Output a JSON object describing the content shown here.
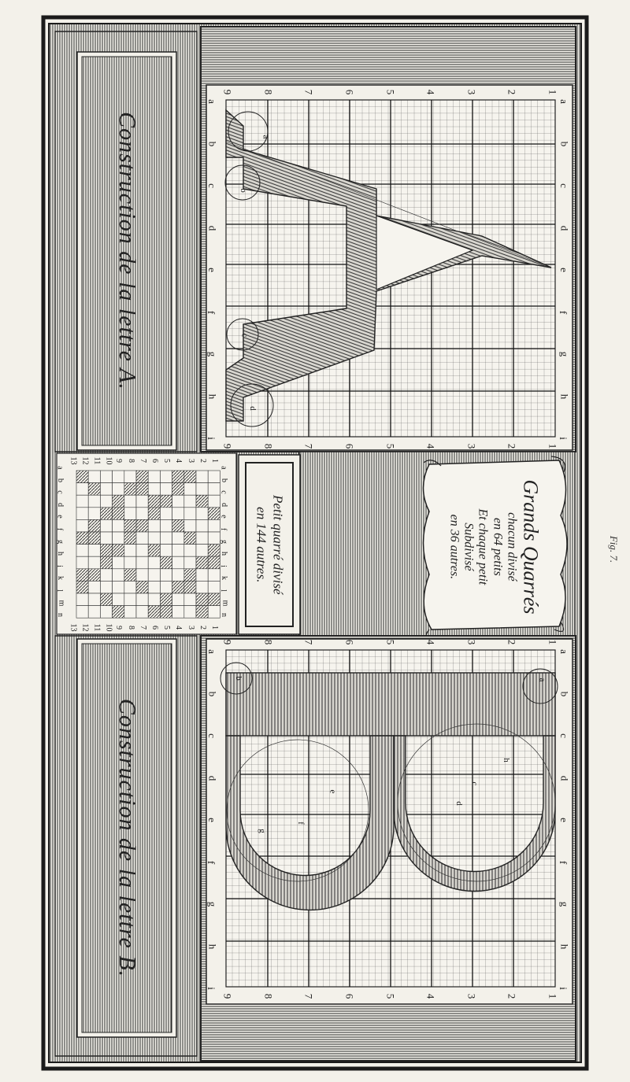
{
  "figure_label": "Fig. 7.",
  "panel_a": {
    "title": "Construction de la lettre A."
  },
  "panel_b": {
    "title": "Construction de la lettre B."
  },
  "cartouche": {
    "lines": [
      "Grands Quarrés",
      "chacun divisé",
      "en 64 petits",
      "Et chaque petit",
      "Subdivisé",
      "en 36 autres."
    ]
  },
  "petit_quarre": {
    "lines": [
      "Petit quarré divisé",
      "en 144 autres."
    ]
  },
  "big_grid_letters": [
    "a",
    "b",
    "c",
    "d",
    "e",
    "f",
    "g",
    "h",
    "i"
  ],
  "big_grid_numbers": [
    "1",
    "2",
    "3",
    "4",
    "5",
    "6",
    "7",
    "8",
    "9"
  ],
  "small_grid_letters": [
    "a",
    "b",
    "c",
    "d",
    "e",
    "f",
    "g",
    "h",
    "i",
    "k",
    "l",
    "m",
    "n"
  ],
  "small_grid_numbers": [
    "1",
    "2",
    "3",
    "4",
    "5",
    "6",
    "7",
    "8",
    "9",
    "10",
    "11",
    "12",
    "13"
  ],
  "construction_letters_a": [
    "a",
    "b",
    "c",
    "d"
  ],
  "construction_letters_b": [
    "a",
    "b",
    "c",
    "d",
    "e",
    "f",
    "g",
    "h"
  ],
  "colors": {
    "paper": "#f3f1ea",
    "ink": "#1e1e1e"
  }
}
